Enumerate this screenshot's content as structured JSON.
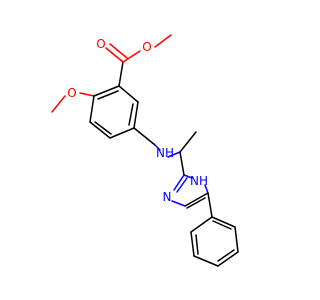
{
  "structure": {
    "colors": {
      "bond": "#000000",
      "oxygen": "#ff0000",
      "nitrogen": "#0000ff"
    },
    "labels": {
      "ester_carbonyl_o": "O",
      "ester_ether_o": "O",
      "methoxy_o": "O",
      "amine_nh": "NH",
      "imidazole_nh": "NH",
      "imidazole_n": "N"
    }
  }
}
